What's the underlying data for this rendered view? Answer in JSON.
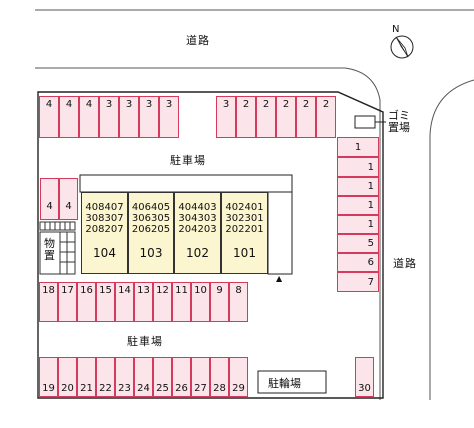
{
  "roads": {
    "top": "道路",
    "right": "道路"
  },
  "compass": {
    "letter": "N",
    "icon": "north-arrow-icon"
  },
  "garbage": {
    "label_line1": "ゴミ",
    "label_line2": "置場"
  },
  "storage": {
    "label_line1": "物",
    "label_line2": "置"
  },
  "parking_labels": {
    "upper": "駐車場",
    "lower": "駐車場"
  },
  "bicycle_parking": "駐輪場",
  "top_left_slots": [
    "4",
    "4",
    "4",
    "3",
    "3",
    "3",
    "3"
  ],
  "top_right_slots": [
    "3",
    "2",
    "2",
    "2",
    "2",
    "2"
  ],
  "left_mid_slots": [
    "4",
    "4"
  ],
  "right_column_slots": [
    "1",
    "1",
    "1",
    "1",
    "1",
    "5",
    "6",
    "7"
  ],
  "middle_row_slots": [
    "18",
    "17",
    "16",
    "15",
    "14",
    "13",
    "12",
    "11",
    "10",
    "9",
    "8"
  ],
  "bottom_row_slots": [
    "19",
    "20",
    "21",
    "22",
    "23",
    "24",
    "25",
    "26",
    "27",
    "28",
    "29"
  ],
  "bottom_right_slot": "30",
  "building": {
    "units": [
      {
        "rows": [
          "408407",
          "308307",
          "208207"
        ],
        "ground": "104"
      },
      {
        "rows": [
          "406405",
          "306305",
          "206205"
        ],
        "ground": "103"
      },
      {
        "rows": [
          "404403",
          "304303",
          "204203"
        ],
        "ground": "102"
      },
      {
        "rows": [
          "402401",
          "302301",
          "202201"
        ],
        "ground": "101"
      }
    ],
    "entrance_mark": "▲"
  }
}
